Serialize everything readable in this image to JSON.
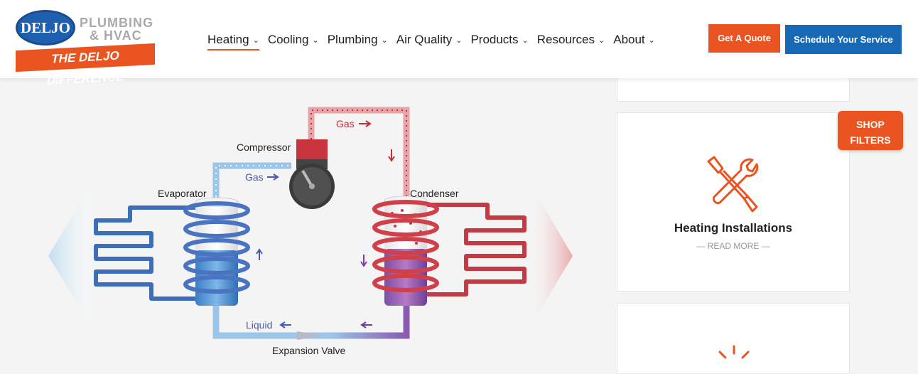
{
  "logo": {
    "badge": "DELJO",
    "line1": "PLUMBING",
    "line2": "& HVAC",
    "tagline": "THE DELJO DIFFERENCE"
  },
  "nav": {
    "items": [
      {
        "label": "Heating",
        "active": true
      },
      {
        "label": "Cooling"
      },
      {
        "label": "Plumbing"
      },
      {
        "label": "Air Quality"
      },
      {
        "label": "Products"
      },
      {
        "label": "Resources"
      },
      {
        "label": "About"
      }
    ],
    "chevron": "⌄"
  },
  "buttons": {
    "quote": "Get A Quote",
    "schedule": "Schedule Your Service",
    "shop_line1": "SHOP",
    "shop_line2": "FILTERS"
  },
  "diagram": {
    "compressor": "Compressor",
    "gas_top": "Gas",
    "gas_left": "Gas",
    "evaporator": "Evaporator",
    "condenser": "Condenser",
    "liquid": "Liquid",
    "expansion_valve": "Expansion Valve"
  },
  "cards": {
    "heating_title": "Heating Installations",
    "read_more": "— READ MORE —"
  },
  "colors": {
    "accent": "#e95420",
    "brand_blue": "#1769b8"
  }
}
